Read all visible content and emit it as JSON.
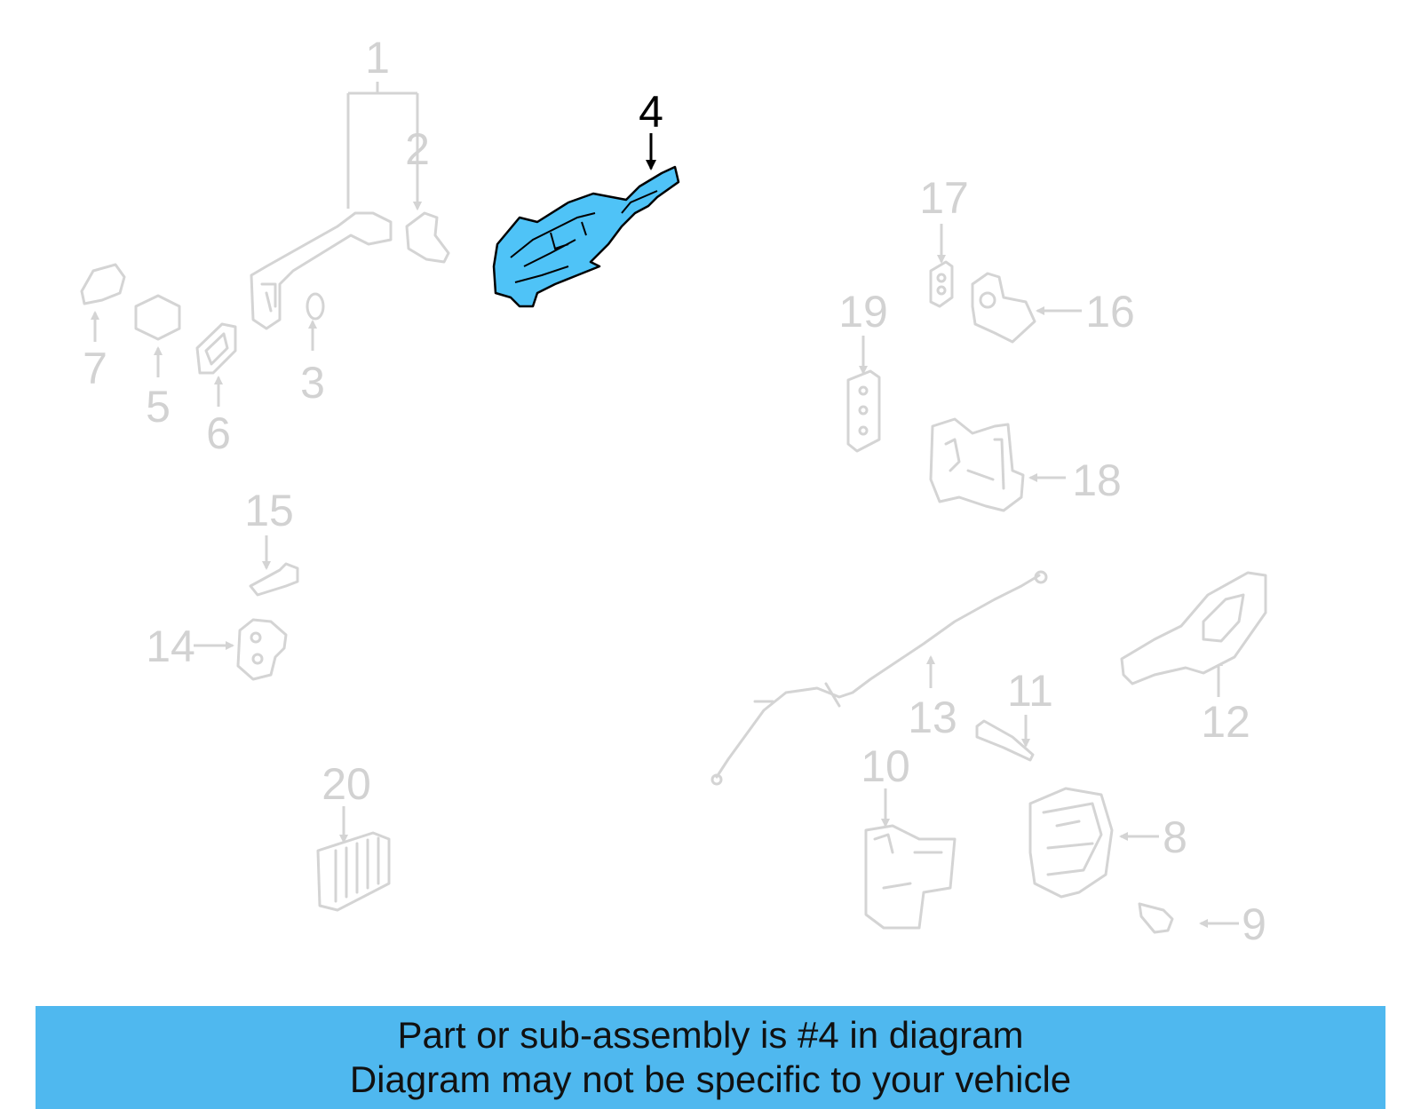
{
  "diagram": {
    "labels": {
      "l1": "1",
      "l2": "2",
      "l3": "3",
      "l4": "4",
      "l5": "5",
      "l6": "6",
      "l7": "7",
      "l8": "8",
      "l9": "9",
      "l10": "10",
      "l11": "11",
      "l12": "12",
      "l13": "13",
      "l14": "14",
      "l15": "15",
      "l16": "16",
      "l17": "17",
      "l18": "18",
      "l19": "19",
      "l20": "20"
    },
    "highlight_color": "#4fc3f7",
    "ghost_color": "#d4d4d4"
  },
  "banner": {
    "line1": "Part or sub-assembly is #4 in diagram",
    "line2": "Diagram may not be specific to your vehicle",
    "background": "#4fb8ef"
  }
}
